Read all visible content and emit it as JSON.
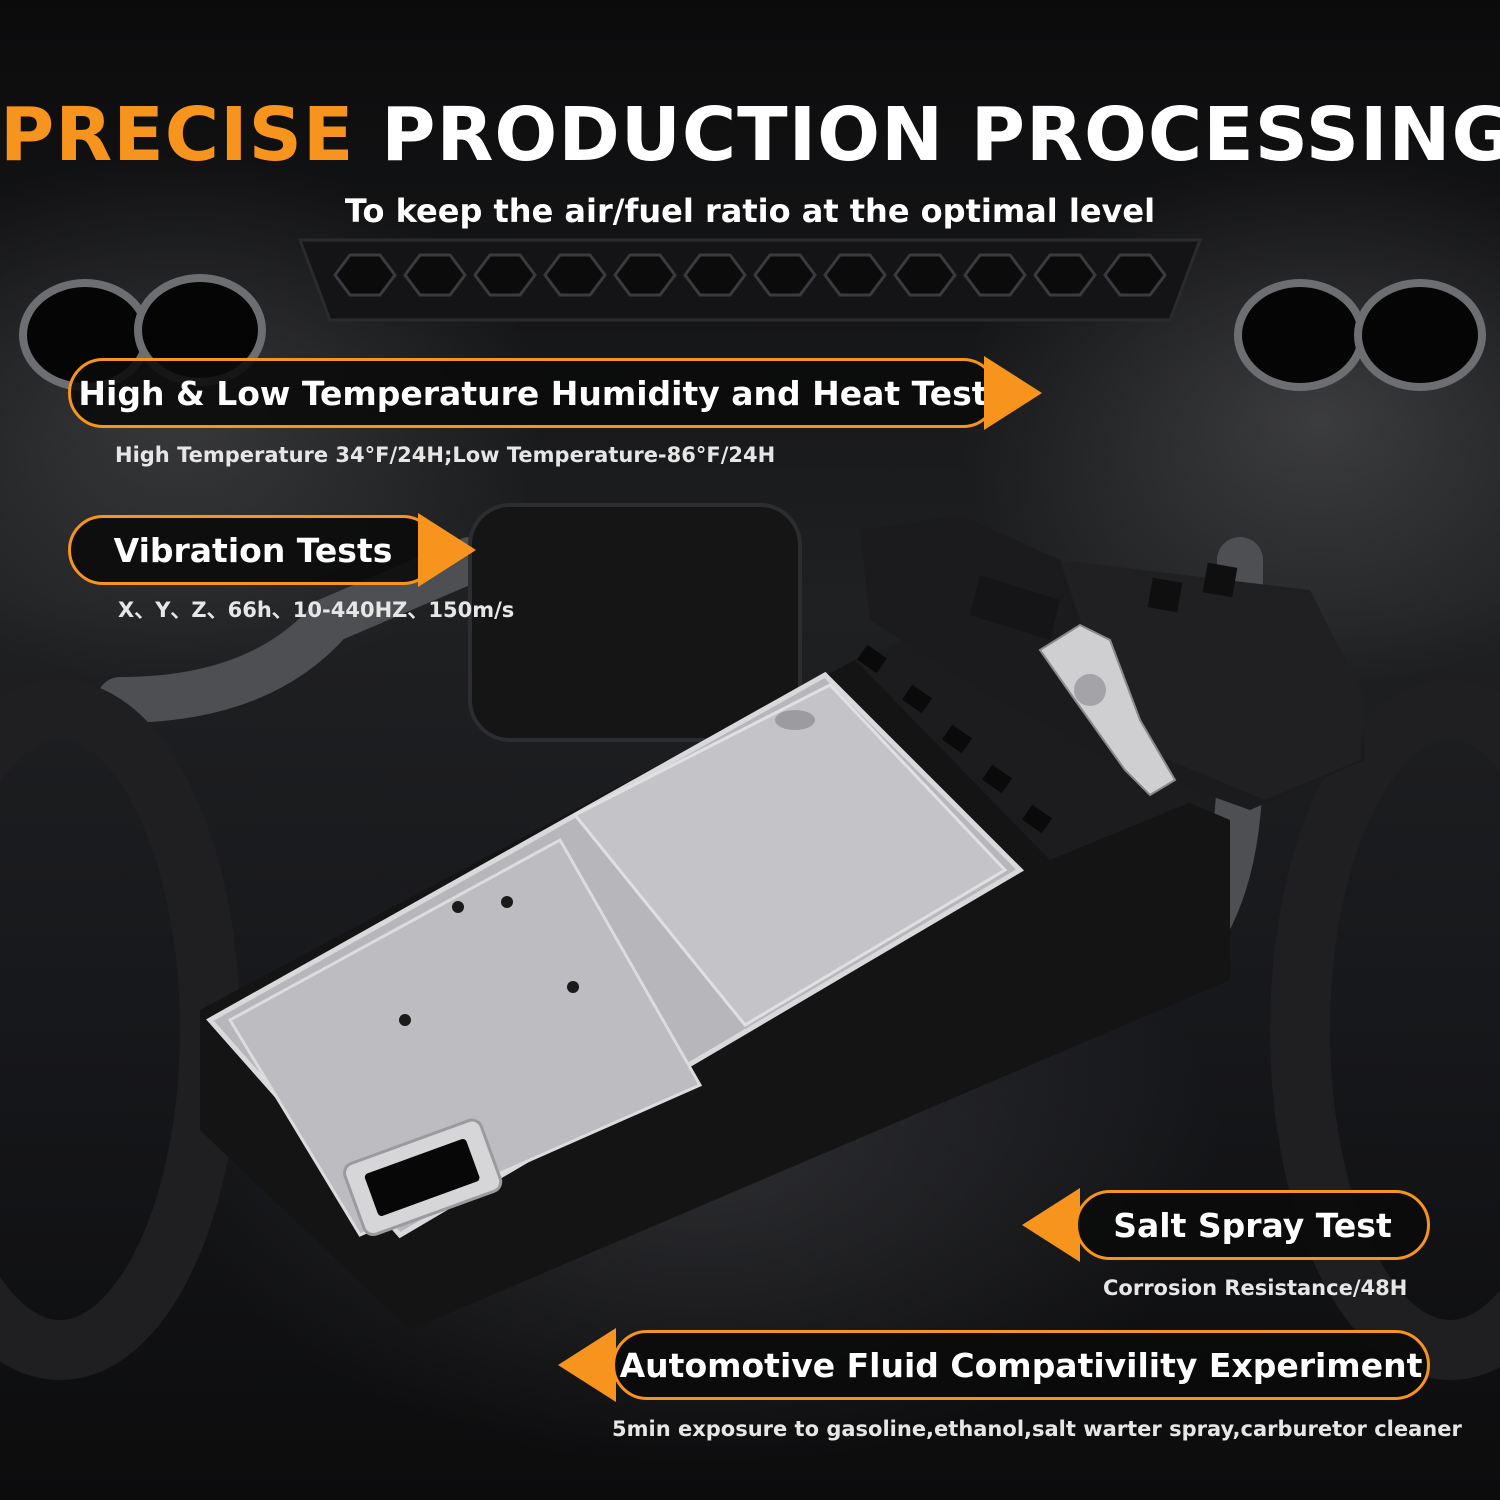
{
  "headline": {
    "accent": "PRECISE",
    "rest": "PRODUCTION PROCESSING"
  },
  "subtitle": "To keep the air/fuel ratio at the optimal level",
  "tests": [
    {
      "title": "High & Low Temperature Humidity and Heat Test",
      "detail": "High Temperature 34°F/24H;Low Temperature-86°F/24H"
    },
    {
      "title": "Vibration Tests",
      "detail": "X、Y、Z、66h、10-440HZ、150m/s"
    },
    {
      "title": "Salt Spray Test",
      "detail": "Corrosion Resistance/48H"
    },
    {
      "title": "Automotive Fluid Compativility Experiment",
      "detail": "5min exposure to gasoline,ethanol,salt warter spray,carburetor cleaner"
    }
  ],
  "colors": {
    "accent": "#f7941d",
    "text": "#ffffff",
    "background": "#0d0d0e"
  },
  "product": "mass-air-flow-sensor"
}
